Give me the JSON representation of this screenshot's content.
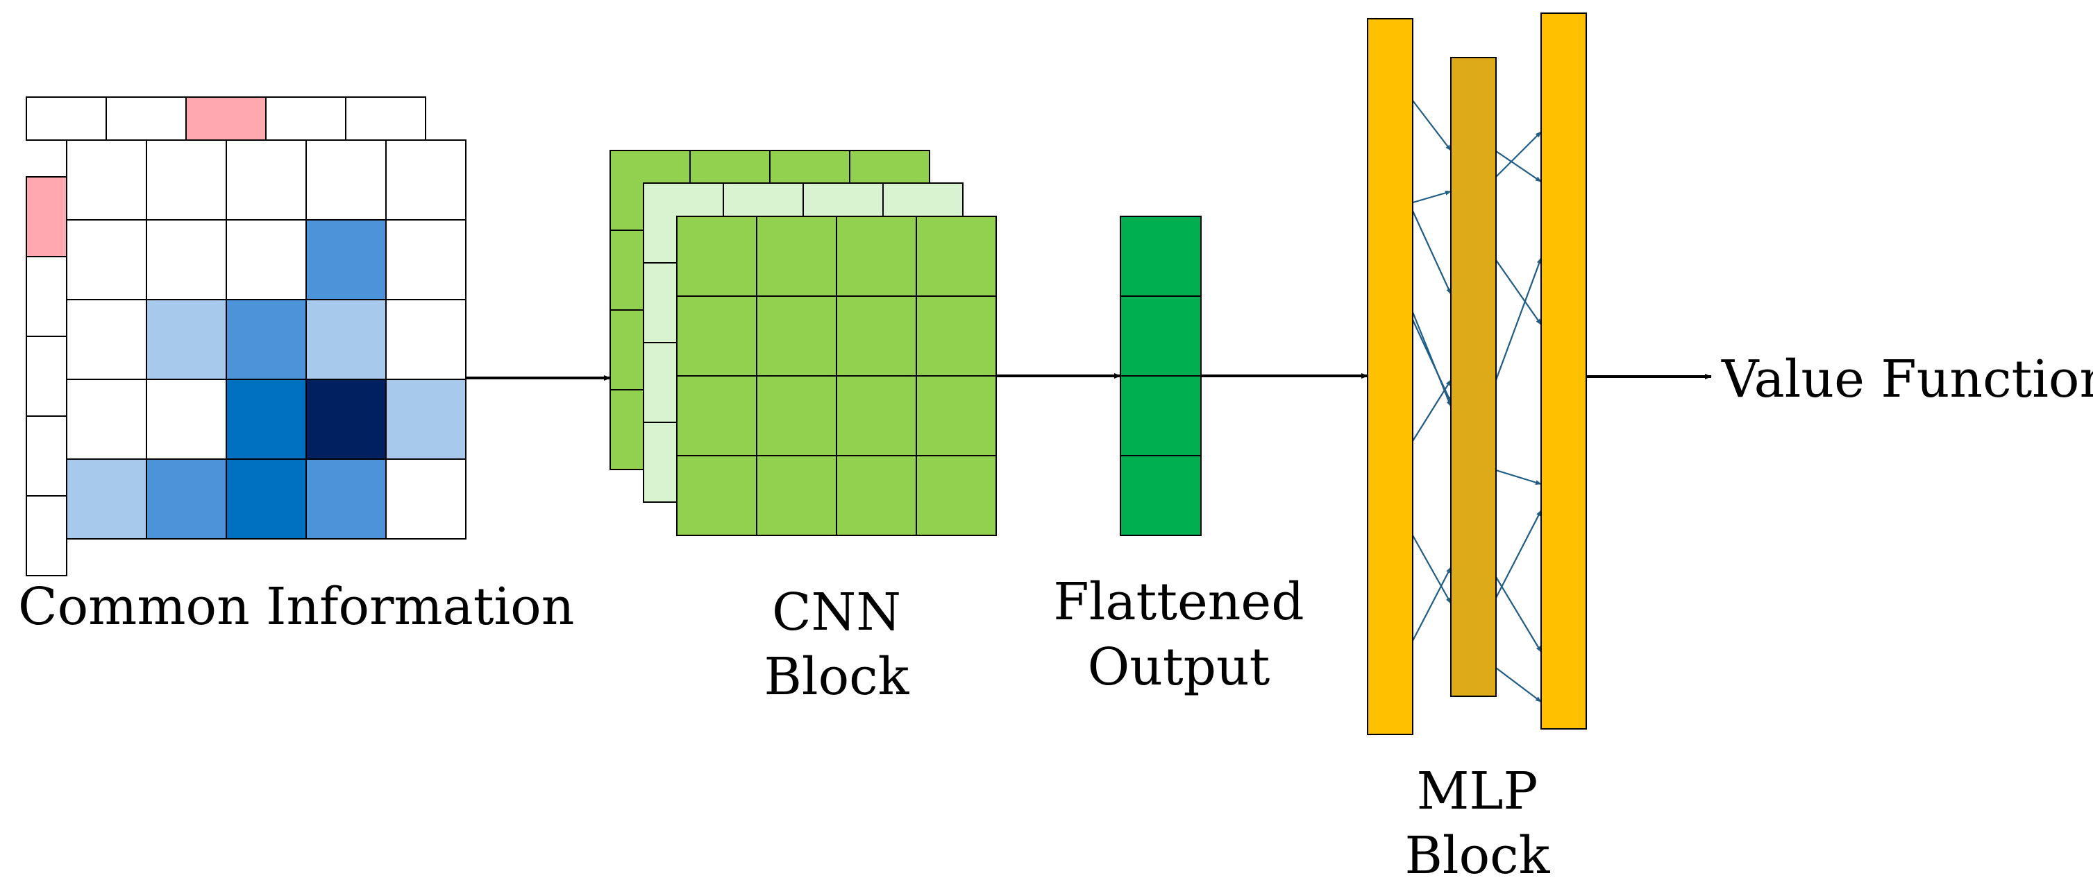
{
  "labels": {
    "common_information": "Common Information",
    "cnn_line1": "CNN",
    "cnn_line2": "Block",
    "flat_line1": "Flattened",
    "flat_line2": "Output",
    "mlp_line1": "MLP",
    "mlp_line2": "Block",
    "value_function": "Value Function"
  },
  "colors": {
    "grid_line": "#000000",
    "pink": "#FFA8B0",
    "blue_light": "#A6C9EC",
    "blue_mid": "#4D93D9",
    "blue_strong": "#0070C0",
    "blue_dark": "#002060",
    "green_front": "#92D050",
    "green_back": "#92D050",
    "green_mid": "#D9F2D0",
    "green_flat": "#00B050",
    "gold": "#FFC000",
    "gold_dark": "#DDAA1A",
    "connection": "#1F5C86"
  },
  "common_info": {
    "back_top_row": [
      "white",
      "white",
      "pink",
      "white",
      "white"
    ],
    "back_left_col": [
      "pink",
      "white",
      "white",
      "white",
      "white"
    ],
    "front_grid": [
      [
        "white",
        "white",
        "white",
        "white",
        "white"
      ],
      [
        "white",
        "white",
        "white",
        "blue_mid",
        "white"
      ],
      [
        "white",
        "blue_light",
        "blue_mid",
        "blue_light",
        "white"
      ],
      [
        "white",
        "white",
        "blue_strong",
        "blue_dark",
        "blue_light"
      ],
      [
        "blue_light",
        "blue_mid",
        "blue_strong",
        "blue_mid",
        "white"
      ]
    ]
  }
}
